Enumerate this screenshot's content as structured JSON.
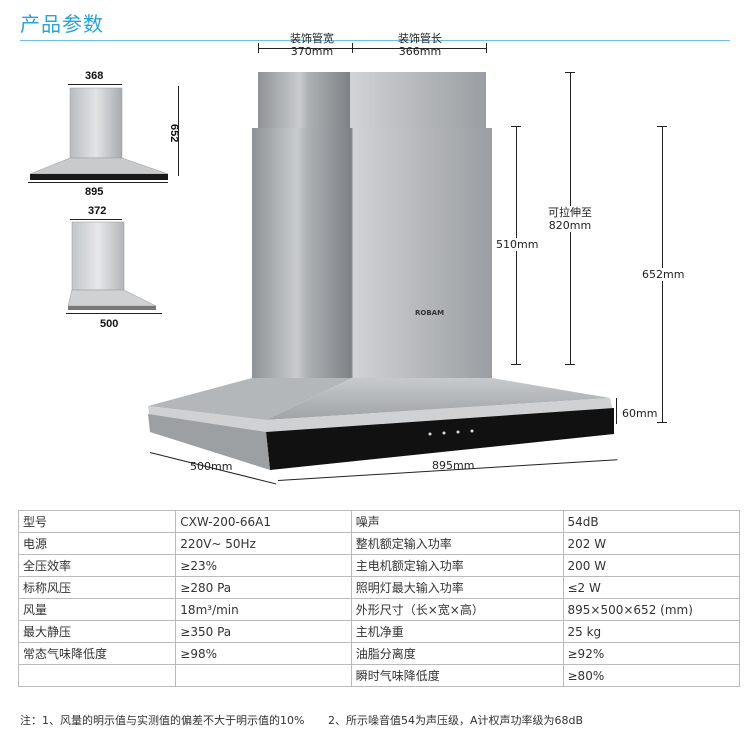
{
  "title": "产品参数",
  "thumbs": {
    "top": {
      "width": "368",
      "height": "652",
      "total": "895"
    },
    "side": {
      "width": "372",
      "depth": "500"
    }
  },
  "main": {
    "pipe_width_label": "装饰管宽",
    "pipe_width_value": "370mm",
    "pipe_length_label": "装饰管长",
    "pipe_length_value": "366mm",
    "stretch_label": "可拉伸至",
    "stretch_value": "820mm",
    "h510": "510mm",
    "h652": "652mm",
    "h60": "60mm",
    "w500": "500mm",
    "w895": "895mm",
    "brand": "ROBAM"
  },
  "specs": [
    [
      "型号",
      "CXW-200-66A1",
      "噪声",
      "54dB"
    ],
    [
      "电源",
      "220V~ 50Hz",
      "整机额定输入功率",
      "202 W"
    ],
    [
      "全压效率",
      "≥23%",
      "主电机额定输入功率",
      "200 W"
    ],
    [
      "标称风压",
      "≥280 Pa",
      "照明灯最大输入功率",
      "≤2 W"
    ],
    [
      "风量",
      "18m³/min",
      "外形尺寸（长×宽×高）",
      "895×500×652 (mm)"
    ],
    [
      "最大静压",
      "≥350 Pa",
      "主机净重",
      "25 kg"
    ],
    [
      "常态气味降低度",
      "≥98%",
      "油脂分离度",
      "≥92%"
    ],
    [
      "",
      "",
      "瞬时气味降低度",
      "≥80%"
    ]
  ],
  "notes": {
    "n1": "注：1、风量的明示值与实测值的偏差不大于明示值的10%",
    "n2": "2、所示噪音值54为声压级，A计权声功率级为68dB"
  }
}
